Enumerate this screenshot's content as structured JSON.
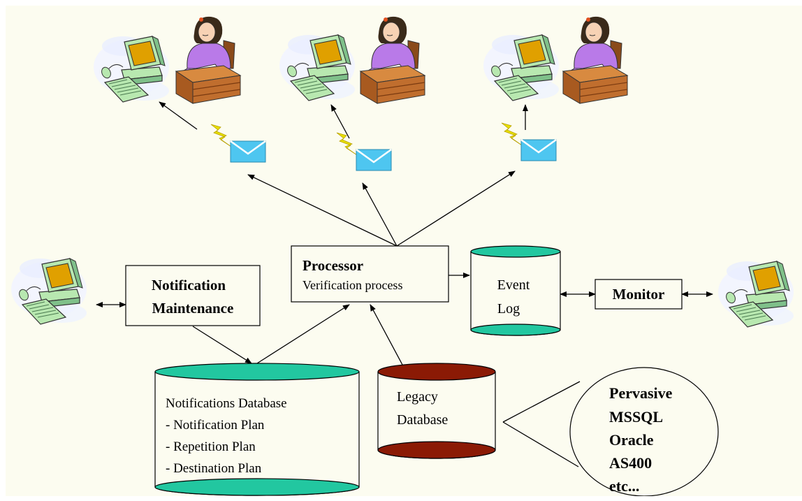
{
  "colors": {
    "background": "#fcfcf0",
    "db_teal": "#22c7a0",
    "db_brown": "#8b1a05",
    "envelope": "#4ec6f0",
    "lightning": "#e8e000",
    "monitor_orange": "#e0a000",
    "monitor_green": "#b8e8b0",
    "shirt_purple": "#b97ae8",
    "desk_brown": "#b96a2a"
  },
  "nodes": {
    "notification_maintenance": {
      "line1": "Notification",
      "line2": "Maintenance"
    },
    "processor": {
      "title": "Processor",
      "subtitle": "Verification process"
    },
    "event_log": {
      "line1": "Event",
      "line2": "Log"
    },
    "monitor": {
      "label": "Monitor"
    },
    "notifications_db": {
      "title": "Notifications Database",
      "items": [
        "- Notification Plan",
        "- Repetition Plan",
        "- Destination Plan"
      ]
    },
    "legacy_db": {
      "line1": "Legacy",
      "line2": "Database"
    },
    "db_types": {
      "items": [
        "Pervasive",
        "MSSQL",
        "Oracle",
        "AS400",
        "etc..."
      ]
    }
  },
  "icons": {
    "workstation": "computer-clipart-icon",
    "worker": "woman-at-desk-icon",
    "message": "envelope-icon",
    "signal": "lightning-bolt-icon"
  }
}
